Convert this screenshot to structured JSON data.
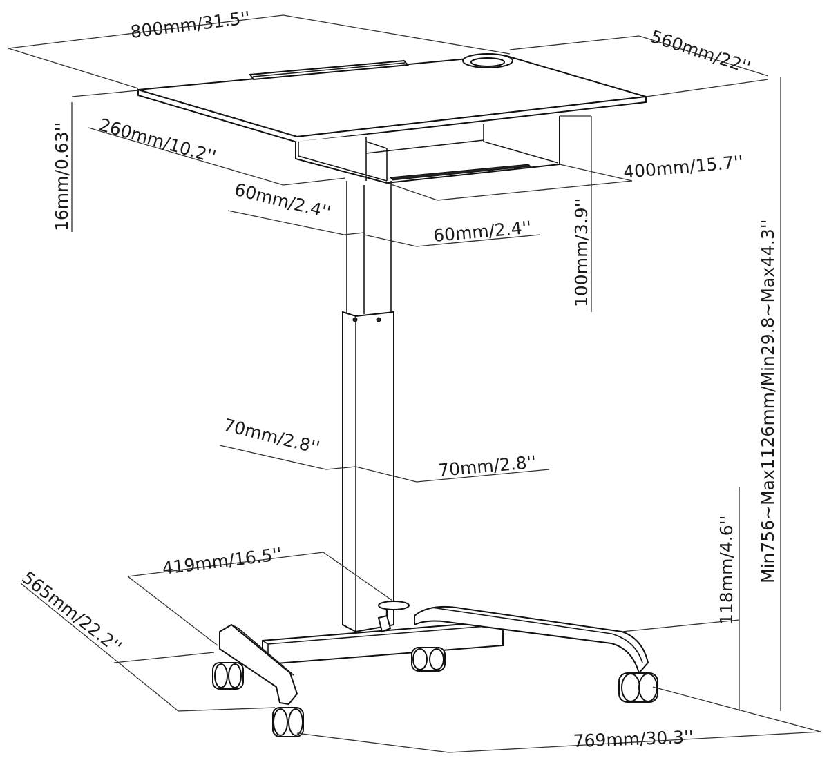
{
  "diagram": {
    "labels": {
      "top_width": "800mm/31.5''",
      "top_depth": "560mm/22''",
      "top_thickness": "16mm/0.63''",
      "frame_depth": "260mm/10.2''",
      "frame_width": "400mm/15.7''",
      "upper_column_a": "60mm/2.4''",
      "upper_column_b": "60mm/2.4''",
      "frame_height": "100mm/3.9''",
      "total_height": "Min756~Max1126mm/Min29.8~Max44.3''",
      "lower_column_a": "70mm/2.8''",
      "lower_column_b": "70mm/2.8''",
      "pedal_length": "419mm/16.5''",
      "base_width": "565mm/22.2''",
      "base_height": "118mm/4.6''",
      "base_length": "769mm/30.3''"
    }
  }
}
